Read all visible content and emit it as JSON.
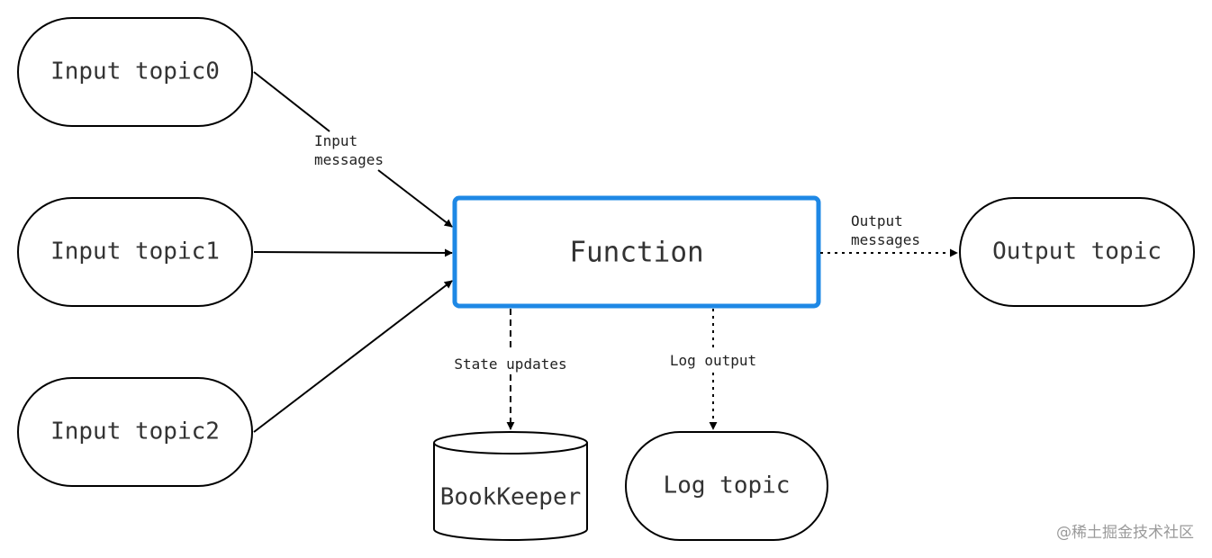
{
  "nodes": {
    "input_topic0": "Input topic0",
    "input_topic1": "Input topic1",
    "input_topic2": "Input topic2",
    "function": "Function",
    "output_topic": "Output topic",
    "bookkeeper": "BookKeeper",
    "log_topic": "Log topic"
  },
  "edges": {
    "input_messages_line1": "Input",
    "input_messages_line2": "messages",
    "output_messages_line1": "Output",
    "output_messages_line2": "messages",
    "state_updates": "State updates",
    "log_output": "Log output"
  },
  "watermark": "@稀土掘金技术社区",
  "colors": {
    "function_border": "#1E88E5",
    "node_border": "#000000",
    "text": "#333333"
  }
}
